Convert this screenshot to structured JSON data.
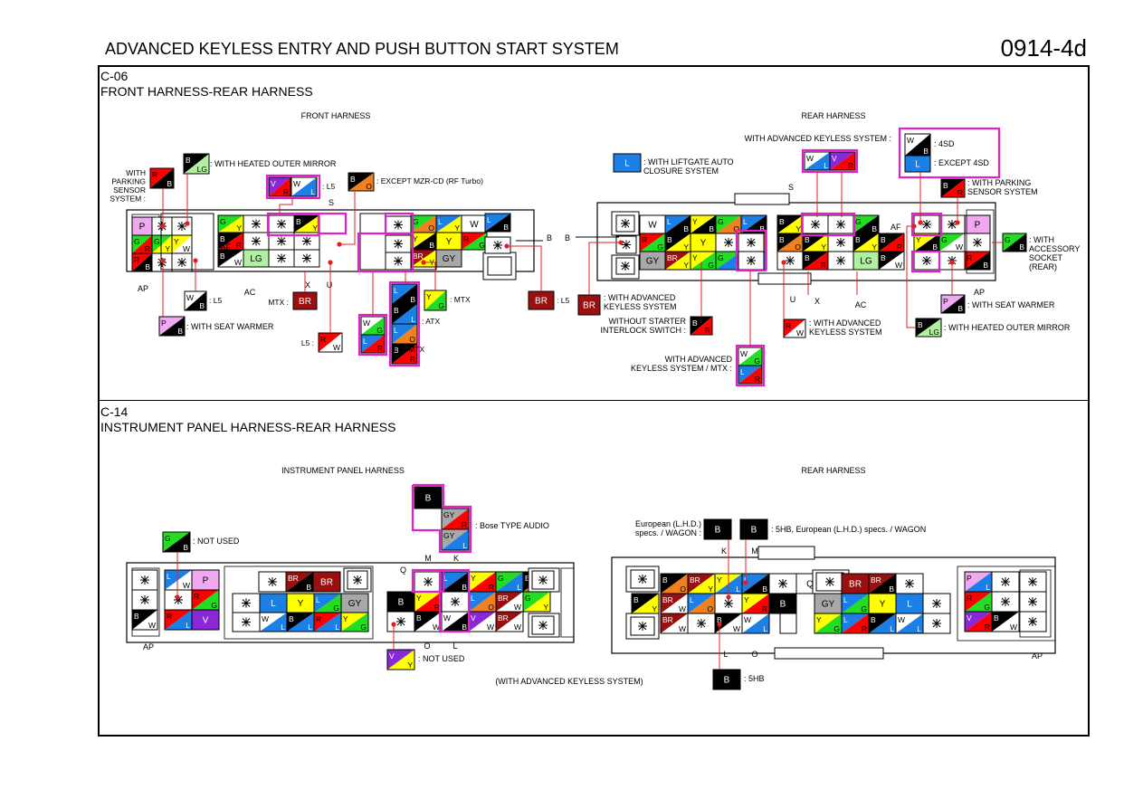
{
  "header": {
    "title": "ADVANCED KEYLESS ENTRY AND PUSH BUTTON START SYSTEM",
    "page_number": "0914-4d"
  },
  "colors": {
    "B": "#000000",
    "W": "#ffffff",
    "R": "#ff0000",
    "G": "#22dd22",
    "L": "#1b7fe6",
    "Y": "#ffff00",
    "O": "#f08020",
    "P": "#f0a8f0",
    "V": "#8a28d8",
    "LG": "#b0f0a0",
    "BR": "#9a1010",
    "GY": "#a8a8a8",
    "highlight": "#e020c8",
    "wire": "#e02020"
  },
  "c06": {
    "code": "C-06",
    "name": "FRONT HARNESS-REAR HARNESS",
    "front_label": "FRONT HARNESS",
    "rear_label": "REAR HARNESS",
    "notes": {
      "with_heated_outer_mirror": ": WITH HEATED OUTER MIRROR",
      "with_parking_sensor": "WITH\nPARKING\nSENSOR\nSYSTEM :",
      "l5_colon": ": L5",
      "except_mzr": ": EXCEPT MZR-CD (RF Turbo)",
      "with_seat_warmer": ": WITH SEAT WARMER",
      "l5_prefix": "L5 :",
      "mtx_prefix": "MTX :",
      "atx": ": ATX",
      "l5_mtx": ": L5 / MTX",
      "mtx": ": MTX",
      "with_liftgate": ": WITH LIFTGATE AUTO\nCLOSURE SYSTEM",
      "with_adv_keyless_colon": "WITH ADVANCED KEYLESS SYSTEM :",
      "sd4": ": 4SD",
      "except_4sd": ": EXCEPT 4SD",
      "with_parking_sensor_rear": ": WITH PARKING\nSENSOR SYSTEM",
      "with_accessory_socket": ": WITH\nACCESSORY\nSOCKET\n(REAR)",
      "with_adv_keyless_sys": ": WITH ADVANCED\nKEYLESS SYSTEM",
      "without_starter": "WITHOUT STARTER\nINTERLOCK SWITCH :",
      "with_adv_keyless_mtx": "WITH ADVANCED\nKEYLESS SYSTEM / MTX :",
      "with_seat_warmer_rear": ": WITH SEAT WARMER",
      "with_heated_outer_mirror_rear": ": WITH HEATED OUTER MIRROR"
    },
    "pins": {
      "AF": "AF",
      "S": "S",
      "AP": "AP",
      "AC": "AC",
      "X": "X",
      "U": "U",
      "B": "B"
    }
  },
  "c14": {
    "code": "C-14",
    "name": "INSTRUMENT PANEL HARNESS-REAR HARNESS",
    "ip_label": "INSTRUMENT PANEL HARNESS",
    "rear_label": "REAR HARNESS",
    "notes": {
      "not_used": ": NOT USED",
      "bose": ": Bose TYPE AUDIO",
      "euro_lhd": "European (L.H.D.)\nspecs. / WAGON :",
      "hb5_euro": ": 5HB, European (L.H.D.) specs. / WAGON",
      "hb5": ": 5HB",
      "with_adv_keyless": "(WITH ADVANCED KEYLESS SYSTEM)"
    },
    "pins": {
      "M": "M",
      "K": "K",
      "Q": "Q",
      "O": "O",
      "L": "L",
      "AP": "AP"
    }
  }
}
